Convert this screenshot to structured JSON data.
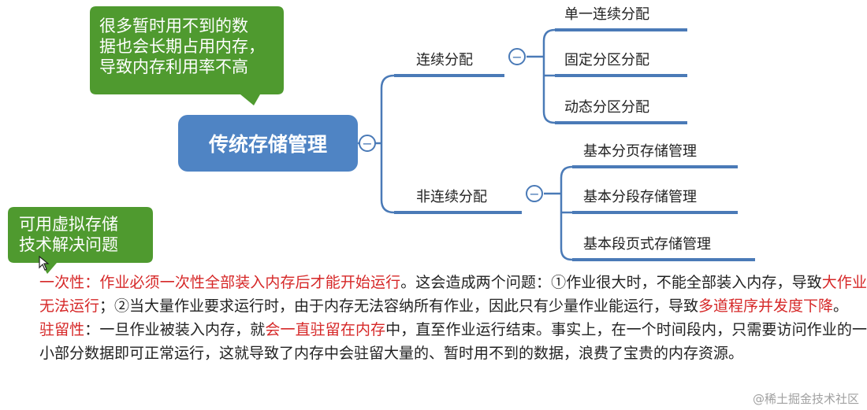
{
  "mindmap": {
    "root": "传统存储管理",
    "branches": [
      {
        "label": "连续分配",
        "children": [
          "单一连续分配",
          "固定分区分配",
          "动态分区分配"
        ]
      },
      {
        "label": "非连续分配",
        "children": [
          "基本分页存储管理",
          "基本分段存储管理",
          "基本段页式存储管理"
        ]
      }
    ],
    "collapse_symbol": "−"
  },
  "callouts": {
    "top": [
      "很多暂时用不到的数",
      "据也会长期占用内存，",
      "导致内存利用率不高"
    ],
    "bottom": [
      "可用虚拟存储",
      "技术解决问题"
    ]
  },
  "description": {
    "p1": {
      "term": "一次性",
      "colon": "：",
      "def": "作业必须一次性全部装入内存后才能开始运行",
      "t1": "。这会造成两个问题：①作业很大时，不能全部装入内存，导致",
      "h1": "大作业无法运行",
      "t2": "；②当大量作业要求运行时，由于内存无法容纳所有作业，因此只有少量作业能运行，导致",
      "h2": "多道程序并发度下降",
      "t3": "。"
    },
    "p2": {
      "term": "驻留性",
      "t1": "：一旦作业被装入内存，就",
      "h1": "会一直驻留在内存",
      "t2": "中，直至作业运行结束。事实上，在一个时间段内，只需要访问作业的一小部分数据即可正常运行，这就导致了内存中会驻留大量的、暂时用不到的数据，浪费了宝贵的内存资源。"
    }
  },
  "watermark": "@稀土掘金技术社区",
  "colors": {
    "root_fill": "#4f84c4",
    "callout_fill": "#4f9a2f",
    "line": "#4a7ab7",
    "highlight": "#d62828"
  }
}
